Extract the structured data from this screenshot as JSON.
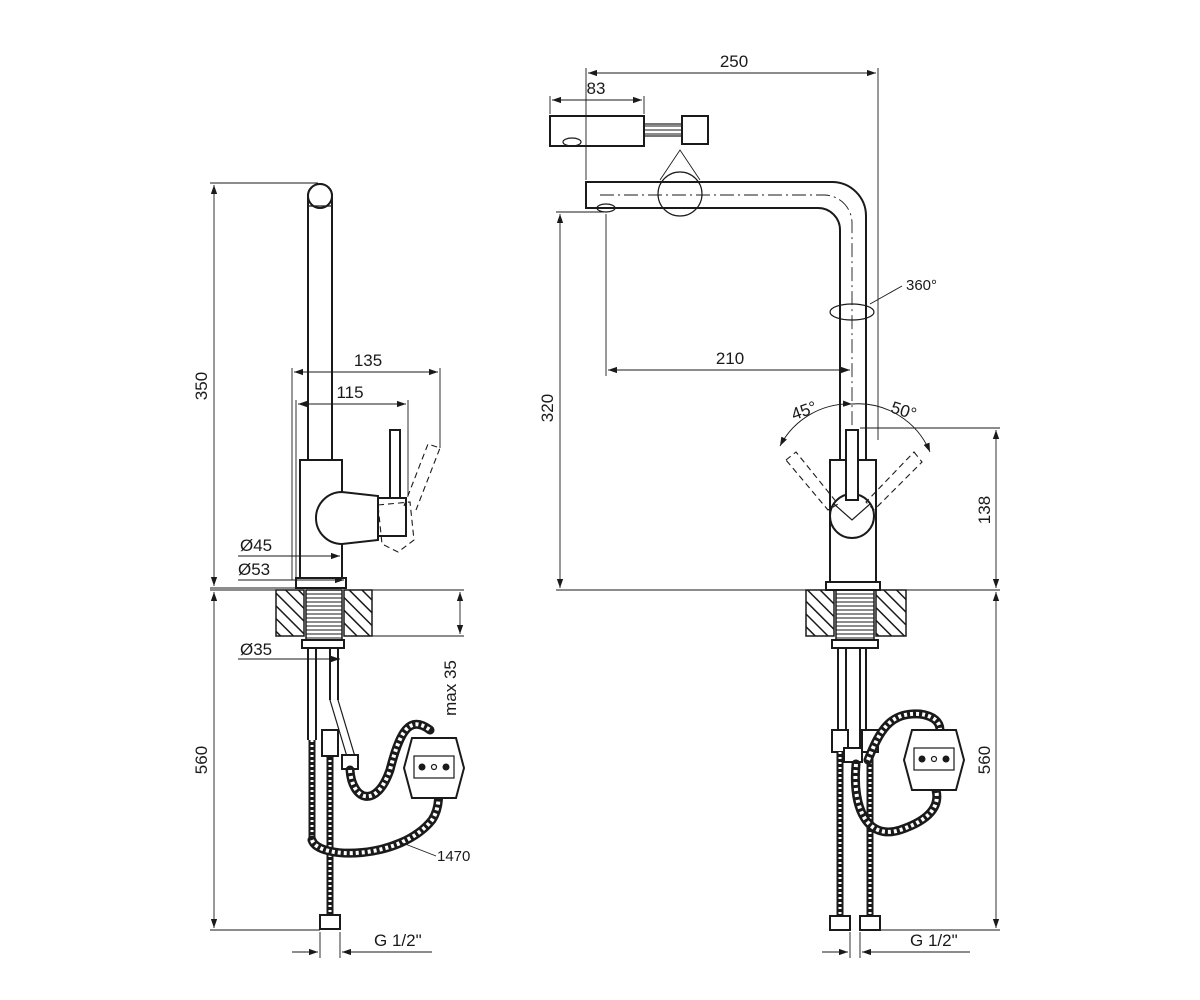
{
  "side_view": {
    "dims": {
      "height_350": "350",
      "reach_135": "135",
      "reach_115": "115",
      "dia_45": "Ø45",
      "dia_53": "Ø53",
      "dia_35": "Ø35",
      "max_35": "max 35",
      "hose_1470": "1470",
      "height_560": "560",
      "thread": "G 1/2\""
    }
  },
  "front_view": {
    "dims": {
      "width_250": "250",
      "pullout_83": "83",
      "rotation_360": "360°",
      "reach_210": "210",
      "height_320": "320",
      "angle_45": "45°",
      "angle_50": "50°",
      "height_138": "138",
      "height_560": "560",
      "thread": "G 1/2\""
    }
  },
  "colors": {
    "line": "#1a1a1a",
    "background": "#ffffff"
  }
}
